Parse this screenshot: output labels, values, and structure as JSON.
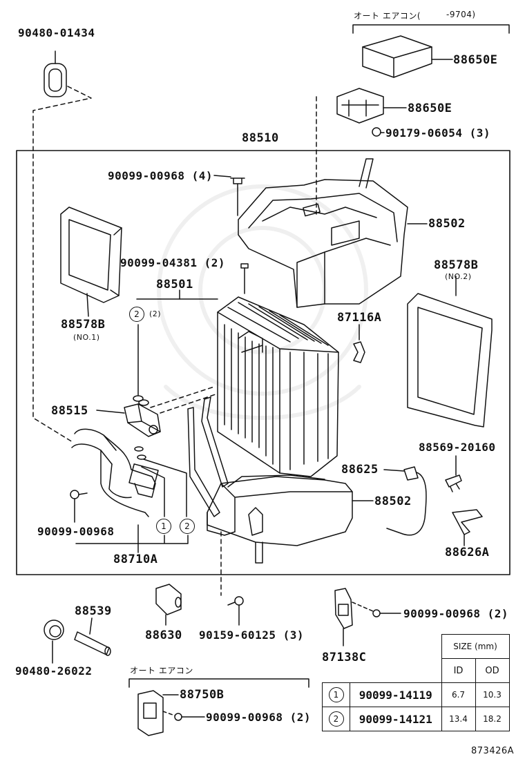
{
  "labels": {
    "p90480_01434": "90480-01434",
    "auto_aircon_1": "オート エアコン(",
    "auto_aircon_1_range": "-9704)",
    "p88650e_a": "88650E",
    "p88650e_b": "88650E",
    "p90179": "90179-06054 (3)",
    "p88510": "88510",
    "p90099_00968_4": "90099-00968 (4)",
    "p88502_top": "88502",
    "p90099_04381": "90099-04381 (2)",
    "p88578b_r": "88578B",
    "no2": "(NO.2)",
    "p88501": "88501",
    "callout_2_count": "(2)",
    "p88578b_l": "88578B",
    "no1": "(NO.1)",
    "p87116a": "87116A",
    "p88515": "88515",
    "p88569": "88569-20160",
    "p88625": "88625",
    "p88502_bot": "88502",
    "p90099_00968_left": "90099-00968",
    "p88710a": "88710A",
    "p88626a": "88626A",
    "p88539": "88539",
    "p88630": "88630",
    "p90159": "90159-60125 (3)",
    "p87138c": "87138C",
    "p90099_00968_2a": "90099-00968 (2)",
    "p90480_26022": "90480-26022",
    "auto_aircon_2": "オート エアコン",
    "p88750b": "88750B",
    "p90099_00968_2b": "90099-00968 (2)",
    "diagram_code": "873426A"
  },
  "callouts": {
    "one": "1",
    "two": "2"
  },
  "size_table": {
    "header": "SIZE (mm)",
    "col_id": "ID",
    "col_od": "OD",
    "rows": [
      {
        "mark": "1",
        "part": "90099-14119",
        "id": "6.7",
        "od": "10.3"
      },
      {
        "mark": "2",
        "part": "90099-14121",
        "id": "13.4",
        "od": "18.2"
      }
    ]
  }
}
